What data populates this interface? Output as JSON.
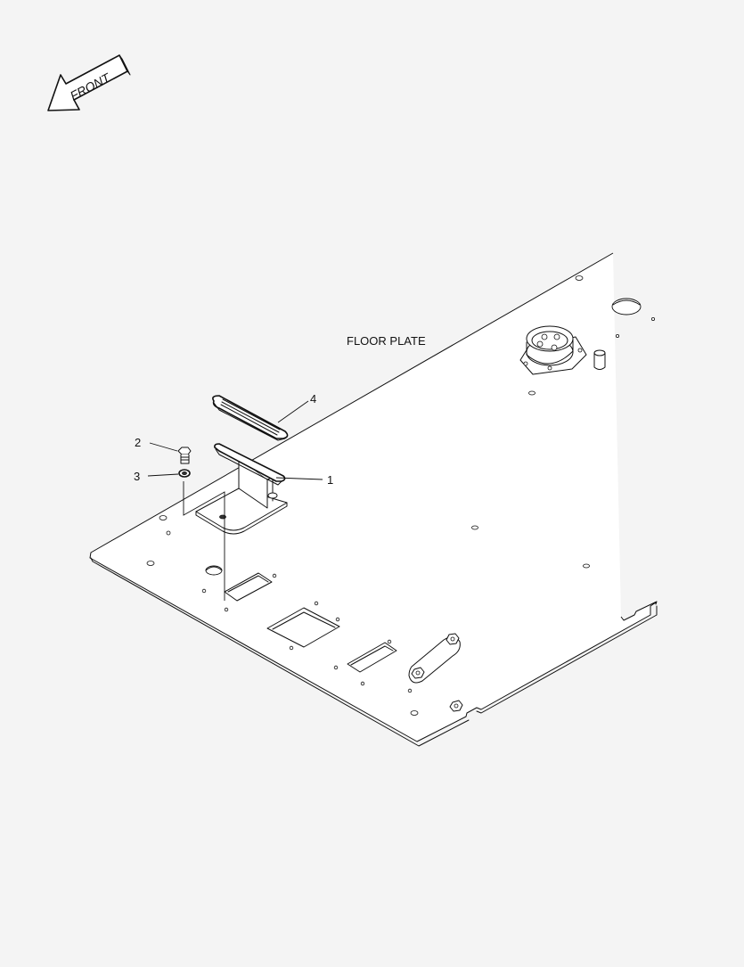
{
  "front_arrow": {
    "label": "FRONT"
  },
  "assembly": {
    "label": "FLOOR PLATE"
  },
  "callouts": [
    {
      "id": "1",
      "part": "pedal-bracket"
    },
    {
      "id": "2",
      "part": "bolt"
    },
    {
      "id": "3",
      "part": "washer"
    },
    {
      "id": "4",
      "part": "pedal-pad"
    }
  ]
}
